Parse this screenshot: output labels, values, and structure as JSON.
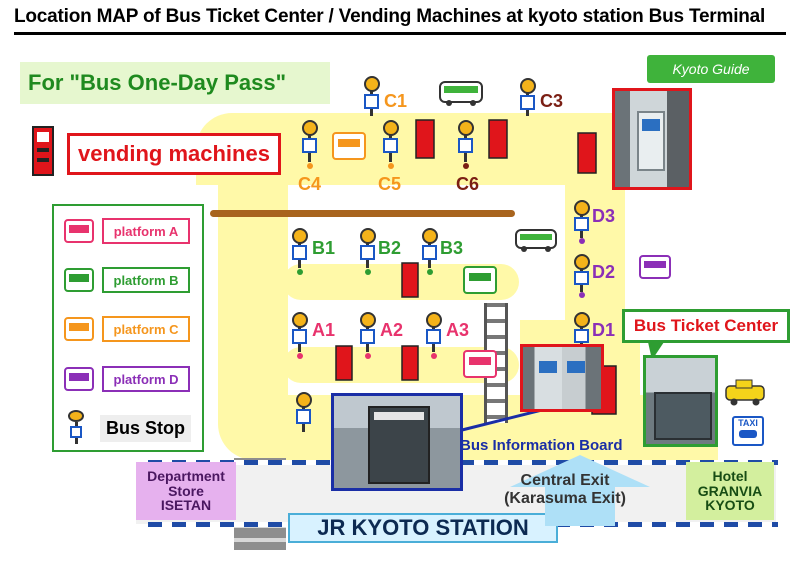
{
  "title": "Location MAP of Bus Ticket Center / Vending Machines at kyoto station Bus Terminal",
  "pass_heading": "For \"Bus One-Day Pass\"",
  "brand": "Kyoto Guide",
  "vending_label": "vending machines",
  "legend": {
    "items": [
      {
        "label": "platform A",
        "color": "#e8336d"
      },
      {
        "label": "platform B",
        "color": "#2e9d32"
      },
      {
        "label": "platform C",
        "color": "#f5961d"
      },
      {
        "label": "platform D",
        "color": "#8b2fb7"
      }
    ],
    "bus_stop_label": "Bus Stop"
  },
  "stops": {
    "C1": "C1",
    "C3": "C3",
    "C4": "C4",
    "C5": "C5",
    "C6": "C6",
    "B1": "B1",
    "B2": "B2",
    "B3": "B3",
    "A1": "A1",
    "A2": "A2",
    "A3": "A3",
    "D1": "D1",
    "D2": "D2",
    "D3": "D3"
  },
  "colors": {
    "platform_a": "#e8336d",
    "platform_b": "#2e9d32",
    "platform_c": "#f5961d",
    "c6": "#7b1f14",
    "platform_d": "#8b2fb7",
    "vending": "#e0151b",
    "floor": "#fff9a8"
  },
  "ticket_center_label": "Bus Ticket Center",
  "bus_info_board": "Bus Information Board",
  "central_exit": {
    "line1": "Central Exit",
    "line2": "(Karasuma Exit)"
  },
  "station": "JR KYOTO STATION",
  "dept_store": {
    "line1": "Department",
    "line2": "Store",
    "line3": "ISETAN"
  },
  "hotel": {
    "line1": "Hotel",
    "line2": "GRANVIA",
    "line3": "KYOTO"
  },
  "taxi": "TAXI"
}
